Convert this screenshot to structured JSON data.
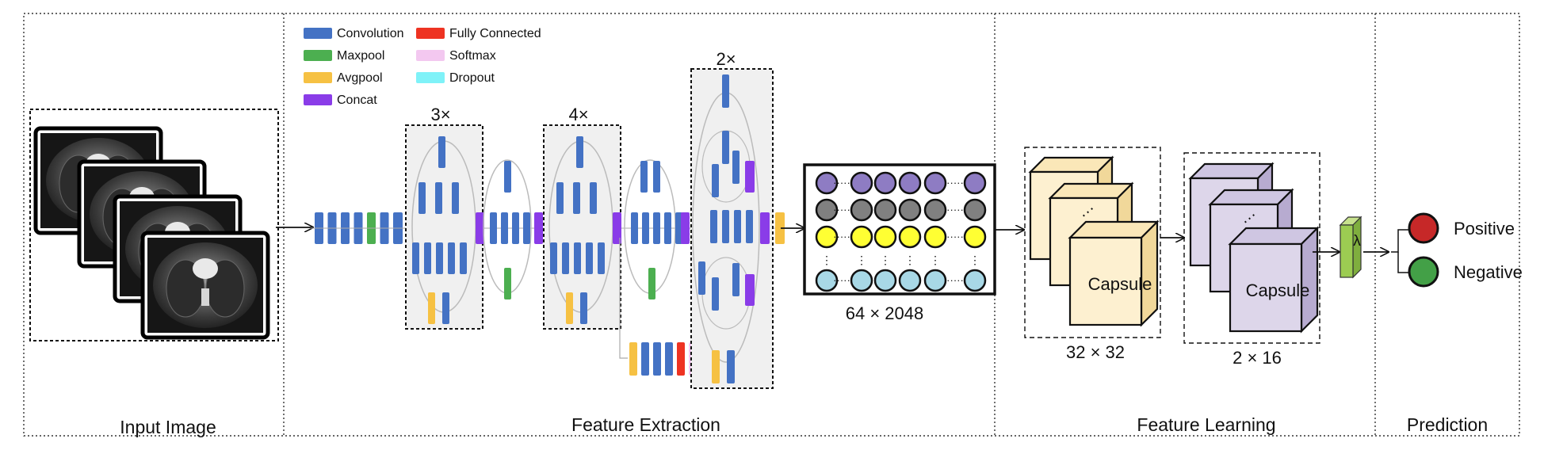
{
  "sections": {
    "input": "Input Image",
    "extraction": "Feature Extraction",
    "learning": "Feature Learning",
    "prediction": "Prediction"
  },
  "legend": [
    {
      "label": "Convolution",
      "color": "#4472c4"
    },
    {
      "label": "Maxpool",
      "color": "#4caf50"
    },
    {
      "label": "Avgpool",
      "color": "#f6c143"
    },
    {
      "label": "Concat",
      "color": "#8a3ce8"
    },
    {
      "label": "Fully Connected",
      "color": "#ee3322"
    },
    {
      "label": "Softmax",
      "color": "#f3c8f0"
    },
    {
      "label": "Dropout",
      "color": "#7ff2f8"
    }
  ],
  "repeats": {
    "block_a": "3×",
    "block_b": "4×",
    "block_c": "2×"
  },
  "primary_caps_size": "64 × 2048",
  "capsule_layer_1": {
    "label": "Capsule",
    "size": "32 × 32"
  },
  "capsule_layer_2": {
    "label": "Capsule",
    "size": "2 × 16"
  },
  "lambda": "λ",
  "outputs": [
    {
      "label": "Positive",
      "color": "#c62828"
    },
    {
      "label": "Negative",
      "color": "#43a047"
    }
  ],
  "primary_caps_row_colors": [
    "#8e7cc3",
    "#808080",
    "#ffff33",
    "#a8d8e6"
  ]
}
